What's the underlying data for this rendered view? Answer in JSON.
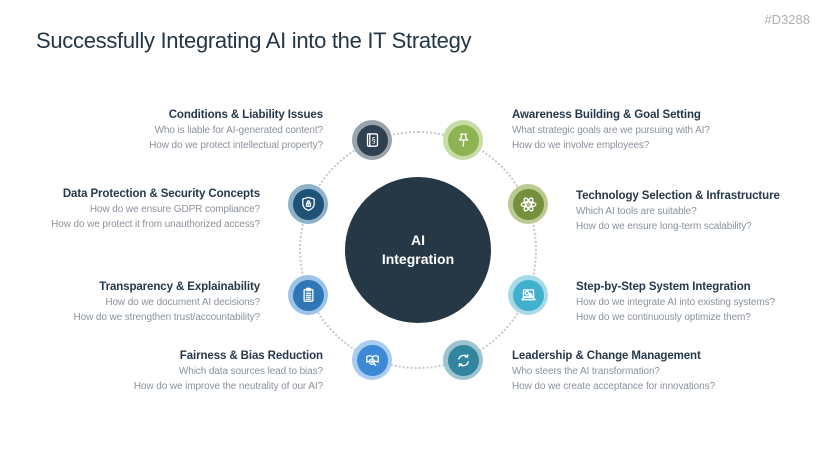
{
  "page": {
    "tag": "#D3288",
    "title": "Successfully Integrating AI into the IT Strategy"
  },
  "center": {
    "line1": "AI",
    "line2": "Integration",
    "bg_color": "#263845"
  },
  "colors": {
    "heading_navy": "#233746",
    "item_title_navy": "#24394b",
    "body_text_gray": "#8a929c",
    "tag_gray": "#b0b0b0",
    "dotted_ring": "#c5cace"
  },
  "items": [
    {
      "icon": "book-section-icon",
      "color": "#2f4050",
      "ring_color": "#9aa4ad",
      "title": "Conditions & Liability Issues",
      "line1": "Who is liable for AI-generated content?",
      "line2": "How do we protect intellectual property?"
    },
    {
      "icon": "pushpin-icon",
      "color": "#8cb452",
      "ring_color": "#c8dca6",
      "title": "Awareness Building & Goal Setting",
      "line1": "What strategic goals are we pursuing with AI?",
      "line2": "How do we involve employees?"
    },
    {
      "icon": "shield-lock-icon",
      "color": "#1e5377",
      "ring_color": "#8fb1c9",
      "title": "Data Protection & Security Concepts",
      "line1": "How do we ensure GDPR compliance?",
      "line2": "How do we protect it from unauthorized access?"
    },
    {
      "icon": "atom-ai-icon",
      "color": "#74903c",
      "ring_color": "#bcca92",
      "title": "Technology Selection & Infrastructure",
      "line1": "Which AI tools are suitable?",
      "line2": "How do we ensure long-term scalability?"
    },
    {
      "icon": "clipboard-icon",
      "color": "#2e76b5",
      "ring_color": "#9cc3e8",
      "title": "Transparency & Explainability",
      "line1": "How do we document AI decisions?",
      "line2": "How do we strengthen trust/accountability?"
    },
    {
      "icon": "laptop-gears-icon",
      "color": "#41b0cf",
      "ring_color": "#a8d9e8",
      "title": "Step-by-Step System Integration",
      "line1": "How do we integrate AI into existing systems?",
      "line2": "How do we continuously optimize them?"
    },
    {
      "icon": "book-magnifier-icon",
      "color": "#3e89d5",
      "ring_color": "#a8cdf0",
      "title": "Fairness & Bias Reduction",
      "line1": "Which data sources lead to bias?",
      "line2": "How do we improve the neutrality of our AI?"
    },
    {
      "icon": "refresh-cycle-icon",
      "color": "#32859e",
      "ring_color": "#9dc3cf",
      "title": "Leadership & Change Management",
      "line1": "Who steers the AI transformation?",
      "line2": "How do we create acceptance for innovations?"
    }
  ]
}
